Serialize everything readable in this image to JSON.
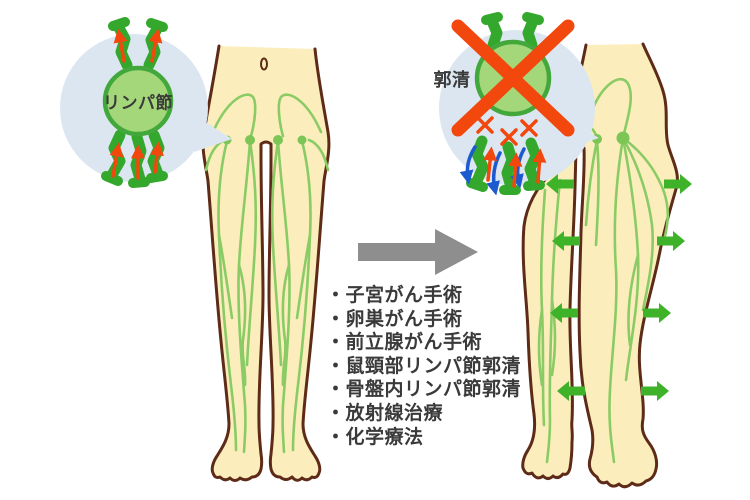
{
  "insets": {
    "lymph_node_label": "リンパ節",
    "dissection_label": "郭清"
  },
  "causes": {
    "items": [
      "・子宮がん手術",
      "・卵巣がん手術",
      "・前立腺がん手術",
      "・鼠頸部リンパ節郭清",
      "・骨盤内リンパ節郭清",
      "・放射線治療",
      "・化学療法"
    ]
  },
  "icons": {
    "transform_arrow": "gray-right-arrow",
    "swelling_arrows": "green-outward-arrows",
    "dissection_cross": "red-x-mark",
    "cut_marks": "small-red-x",
    "lymph_flow_arrows": "red-up-arrows",
    "backflow_arrows": "blue-down-arrows"
  },
  "colors": {
    "skin": "#FBEEBC",
    "outline": "#5D2B17",
    "vessel_green": "#8BCB66",
    "node_green": "#7CC556",
    "inset_bg": "#DBE6F1",
    "inset_node_fill": "#A4D77A",
    "inset_node_border": "#43A83B",
    "inset_vessel": "#33A82D",
    "alert_red": "#F2470D",
    "flow_blue": "#1D59CF",
    "swell_green": "#3EB32A",
    "arrow_gray": "#8E8E8E",
    "text": "#3A3A3A"
  }
}
